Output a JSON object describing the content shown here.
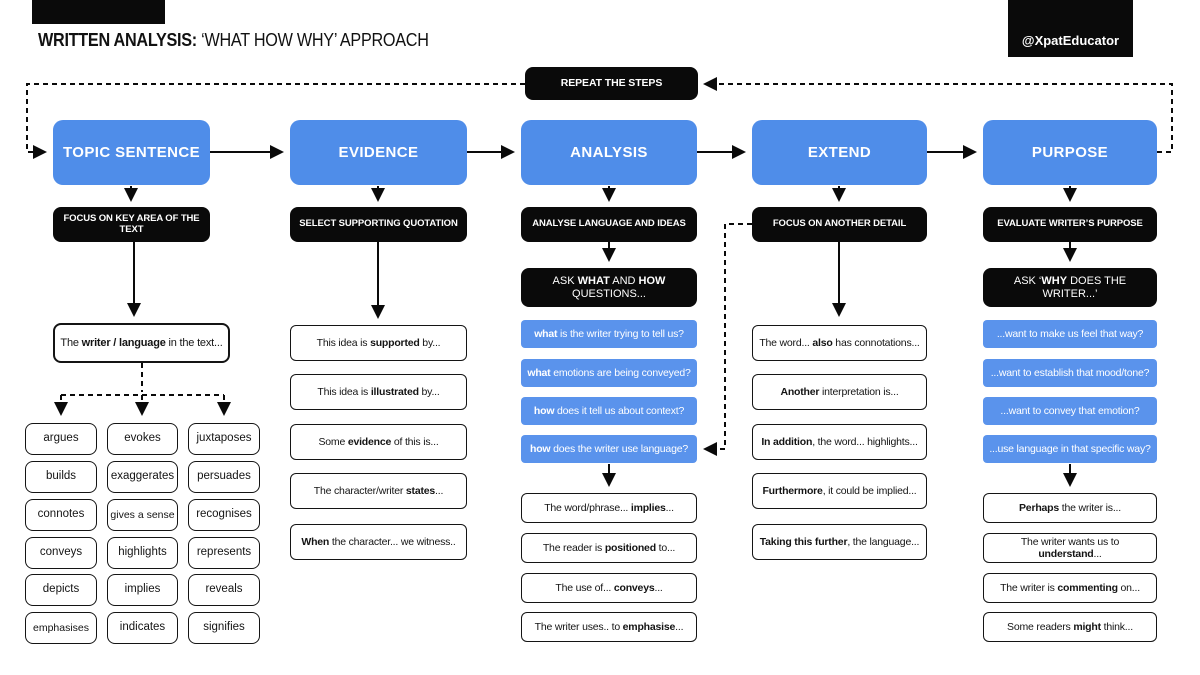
{
  "title": {
    "lead": "WRITTEN ANALYSIS:",
    "rest": " ‘WHAT HOW WHY’ APPROACH"
  },
  "credit": "@XpatEducator",
  "repeat_label": "REPEAT THE STEPS",
  "colors": {
    "blue": "#4F8DE9",
    "blue_soft": "#5A93EC",
    "ink": "#0a0a0a"
  },
  "steps": [
    "TOPIC SENTENCE",
    "EVIDENCE",
    "ANALYSIS",
    "EXTEND",
    "PURPOSE"
  ],
  "directives": [
    "FOCUS ON KEY AREA OF THE TEXT",
    "SELECT SUPPORTING QUOTATION",
    "ANALYSE LANGUAGE AND IDEAS",
    "FOCUS ON ANOTHER DETAIL",
    "EVALUATE WRITER’S PURPOSE"
  ],
  "topic": {
    "stem": [
      {
        "t": "The ",
        "b": 0
      },
      {
        "t": "writer / language",
        "b": 1
      },
      {
        "t": " in the text...",
        "b": 0
      }
    ],
    "words": [
      [
        "argues",
        "evokes",
        "juxtaposes"
      ],
      [
        "builds",
        "exaggerates",
        "persuades"
      ],
      [
        "connotes",
        "gives a sense",
        "recognises"
      ],
      [
        "conveys",
        "highlights",
        "represents"
      ],
      [
        "depicts",
        "implies",
        "reveals"
      ],
      [
        "emphasises",
        "indicates",
        "signifies"
      ]
    ]
  },
  "evidence": {
    "items": [
      [
        {
          "t": "This idea is ",
          "b": 0
        },
        {
          "t": "supported",
          "b": 1
        },
        {
          "t": " by...",
          "b": 0
        }
      ],
      [
        {
          "t": "This idea is ",
          "b": 0
        },
        {
          "t": "illustrated",
          "b": 1
        },
        {
          "t": " by...",
          "b": 0
        }
      ],
      [
        {
          "t": "Some ",
          "b": 0
        },
        {
          "t": "evidence",
          "b": 1
        },
        {
          "t": " of this is...",
          "b": 0
        }
      ],
      [
        {
          "t": "The character/writer ",
          "b": 0
        },
        {
          "t": "states",
          "b": 1
        },
        {
          "t": "...",
          "b": 0
        }
      ],
      [
        {
          "t": "When",
          "b": 1
        },
        {
          "t": " the character... we witness..",
          "b": 0
        }
      ]
    ]
  },
  "analysis": {
    "ask": [
      {
        "t": "ASK ",
        "b": 0
      },
      {
        "t": "WHAT",
        "b": 1
      },
      {
        "t": " AND ",
        "b": 0
      },
      {
        "t": "HOW",
        "b": 1
      },
      {
        "t": " QUESTIONS...",
        "b": 0
      }
    ],
    "questions": [
      [
        {
          "t": "what",
          "b": 1
        },
        {
          "t": " is the writer trying to tell us?",
          "b": 0
        }
      ],
      [
        {
          "t": "what",
          "b": 1
        },
        {
          "t": " emotions are being conveyed?",
          "b": 0
        }
      ],
      [
        {
          "t": "how",
          "b": 1
        },
        {
          "t": " does it tell us about context?",
          "b": 0
        }
      ],
      [
        {
          "t": "how",
          "b": 1
        },
        {
          "t": " does the writer use language?",
          "b": 0
        }
      ]
    ],
    "frames": [
      [
        {
          "t": "The word/phrase... ",
          "b": 0
        },
        {
          "t": "implies",
          "b": 1
        },
        {
          "t": "...",
          "b": 0
        }
      ],
      [
        {
          "t": "The reader is ",
          "b": 0
        },
        {
          "t": "positioned",
          "b": 1
        },
        {
          "t": " to...",
          "b": 0
        }
      ],
      [
        {
          "t": "The use of... ",
          "b": 0
        },
        {
          "t": "conveys",
          "b": 1
        },
        {
          "t": "...",
          "b": 0
        }
      ],
      [
        {
          "t": "The writer uses.. to ",
          "b": 0
        },
        {
          "t": "emphasise",
          "b": 1
        },
        {
          "t": "...",
          "b": 0
        }
      ]
    ]
  },
  "extend": {
    "items": [
      [
        {
          "t": "The word... ",
          "b": 0
        },
        {
          "t": "also",
          "b": 1
        },
        {
          "t": " has connotations...",
          "b": 0
        }
      ],
      [
        {
          "t": "Another",
          "b": 1
        },
        {
          "t": " interpretation is...",
          "b": 0
        }
      ],
      [
        {
          "t": "In addition",
          "b": 1
        },
        {
          "t": ", the word... highlights...",
          "b": 0
        }
      ],
      [
        {
          "t": "Furthermore",
          "b": 1
        },
        {
          "t": ", it could be implied...",
          "b": 0
        }
      ],
      [
        {
          "t": "Taking this further",
          "b": 1
        },
        {
          "t": ", the language...",
          "b": 0
        }
      ]
    ]
  },
  "purpose": {
    "ask": [
      {
        "t": "ASK ‘",
        "b": 0
      },
      {
        "t": "WHY",
        "b": 1
      },
      {
        "t": " DOES THE WRITER...’",
        "b": 0
      }
    ],
    "questions": [
      "...want to make us feel that way?",
      "...want to establish that mood/tone?",
      "...want to convey that emotion?",
      "...use language in that specific way?"
    ],
    "frames": [
      [
        {
          "t": "Perhaps",
          "b": 1
        },
        {
          "t": " the writer is...",
          "b": 0
        }
      ],
      [
        {
          "t": "The writer wants us to ",
          "b": 0
        },
        {
          "t": "understand",
          "b": 1
        },
        {
          "t": "...",
          "b": 0
        }
      ],
      [
        {
          "t": "The writer is ",
          "b": 0
        },
        {
          "t": "commenting",
          "b": 1
        },
        {
          "t": " on...",
          "b": 0
        }
      ],
      [
        {
          "t": "Some readers ",
          "b": 0
        },
        {
          "t": "might",
          "b": 1
        },
        {
          "t": " think...",
          "b": 0
        }
      ]
    ]
  }
}
